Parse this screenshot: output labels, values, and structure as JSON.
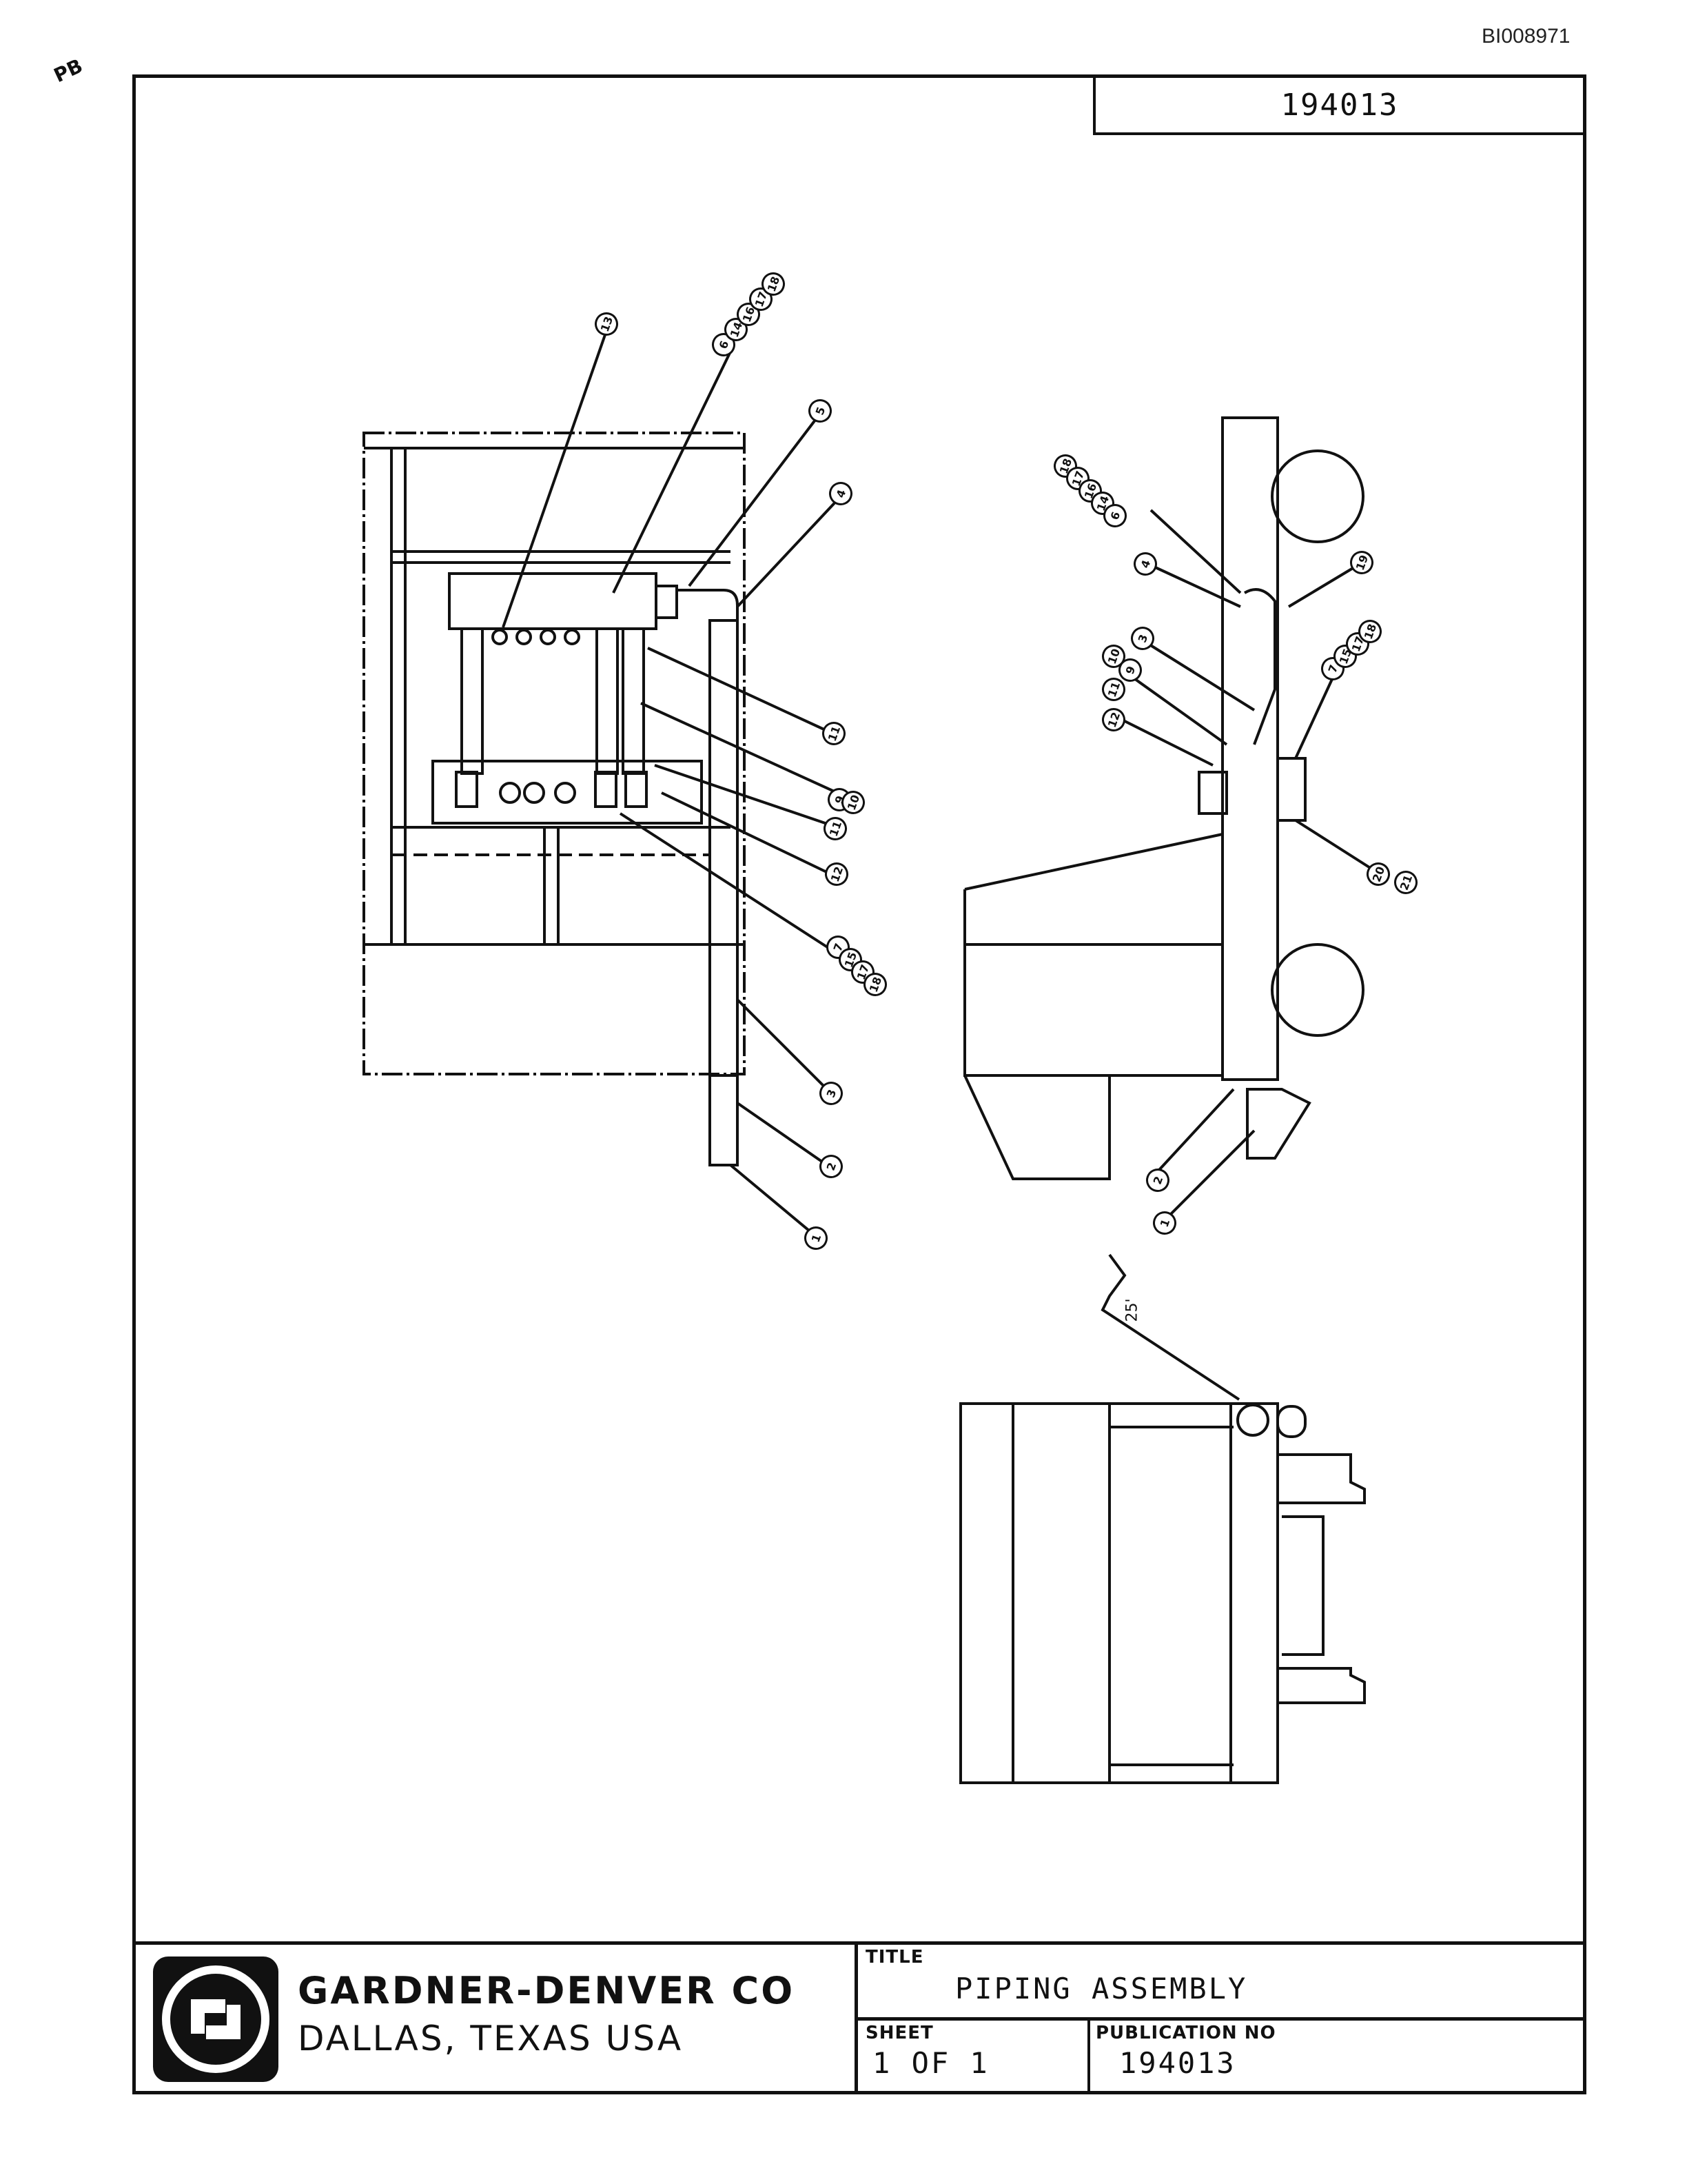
{
  "document_id": "BI008971",
  "initials": "PB",
  "drawing_number": "194013",
  "title_block": {
    "company": "GARDNER-DENVER CO",
    "location": "DALLAS, TEXAS USA",
    "title_label": "TITLE",
    "title": "PIPING ASSEMBLY",
    "sheet_label": "SHEET",
    "sheet": "1 OF 1",
    "publication_label": "PUBLICATION NO",
    "publication_no": "194013"
  },
  "callouts_front": [
    "13",
    "6",
    "14",
    "16",
    "17",
    "18",
    "5",
    "4",
    "11",
    "9",
    "10",
    "11",
    "12",
    "7",
    "15",
    "17",
    "18",
    "3",
    "2",
    "1"
  ],
  "callouts_side": [
    "18",
    "17",
    "16",
    "14",
    "6",
    "4",
    "19",
    "3",
    "10",
    "9",
    "11",
    "12",
    "7",
    "15",
    "17",
    "18",
    "20",
    "21",
    "2",
    "1"
  ],
  "symbol_label": "25'"
}
